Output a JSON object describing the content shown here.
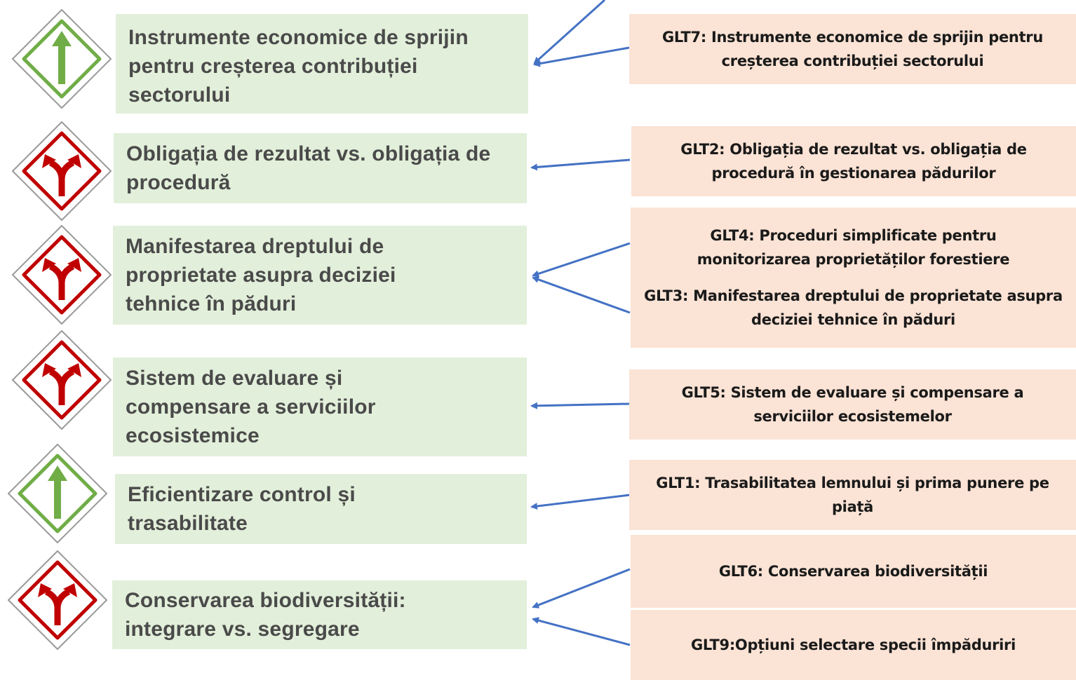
{
  "colors": {
    "left_box": "#e2efda",
    "right_box": "#fbe3d5",
    "arrow": "#4472c4",
    "sign_green": "#70ad47",
    "sign_red": "#c00000"
  },
  "rows": [
    {
      "sign": "straight-arrow-icon",
      "label": "Instrumente economice de sprijin pentru creșterea contribuției sectorului"
    },
    {
      "sign": "fork-arrow-icon",
      "label": "Obligația de rezultat vs. obligația de procedură"
    },
    {
      "sign": "fork-arrow-icon",
      "label": "Manifestarea dreptului de proprietate asupra deciziei tehnice în păduri"
    },
    {
      "sign": "fork-arrow-icon",
      "label": "Sistem de evaluare și compensare a serviciilor ecosistemice"
    },
    {
      "sign": "straight-arrow-icon",
      "label": "Eficientizare control și trasabilitate"
    },
    {
      "sign": "fork-arrow-icon",
      "label": "Conservarea biodiversității: integrare vs. segregare"
    }
  ],
  "groups": [
    {
      "label": "GLT7: Instrumente economice de sprijin pentru creșterea contribuției sectorului"
    },
    {
      "label": "GLT2: Obligația de rezultat vs. obligația de procedură în gestionarea pădurilor"
    },
    {
      "label": "GLT4: Proceduri simplificate pentru monitorizarea proprietăților forestiere",
      "label2": "GLT3: Manifestarea dreptului de proprietate asupra deciziei tehnice în păduri"
    },
    {
      "label": "GLT5: Sistem de evaluare și compensare a serviciilor ecosistemelor"
    },
    {
      "label": "GLT1: Trasabilitatea lemnului și prima punere pe piață"
    },
    {
      "label": "GLT6: Conservarea biodiversității"
    },
    {
      "label": "GLT9:Opțiuni selectare specii împăduriri"
    }
  ]
}
